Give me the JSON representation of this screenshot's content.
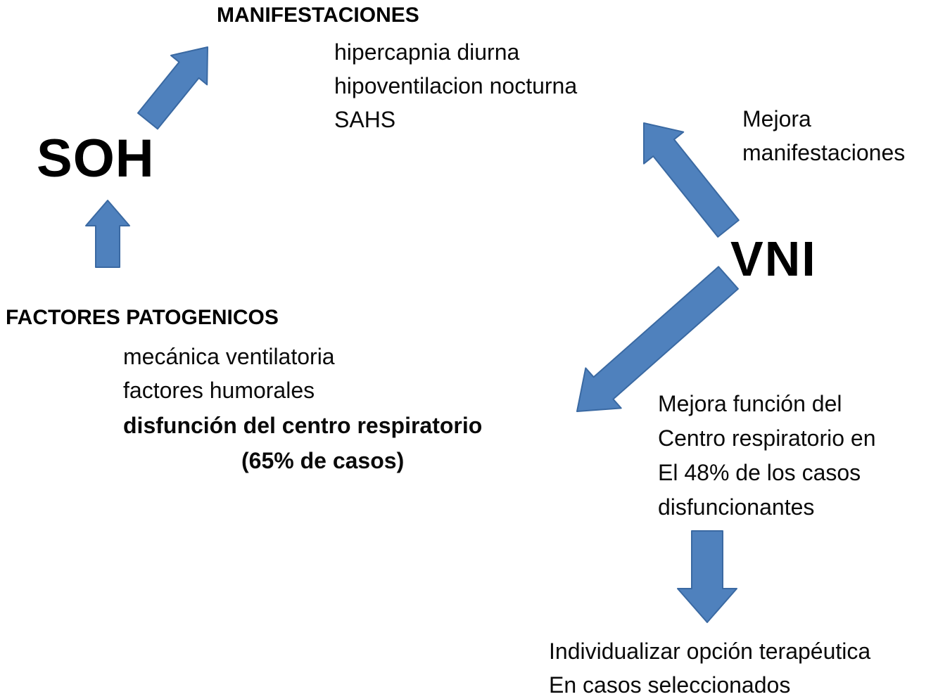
{
  "colors": {
    "arrow_fill": "#4f81bd",
    "arrow_stroke": "#3a69a2",
    "text": "#000000",
    "background": "#ffffff"
  },
  "left": {
    "manifestaciones_heading": "MANIFESTACIONES",
    "manifestaciones_items": [
      "hipercapnia diurna",
      "hipoventilacion nocturna",
      "SAHS"
    ],
    "soh_label": "SOH",
    "factores_heading": "FACTORES PATOGENICOS",
    "factores_item_1": "mecánica ventilatoria",
    "factores_item_2": "factores humorales",
    "factores_item_3": "disfunción del centro respiratorio",
    "factores_item_4": "(65% de casos)"
  },
  "right": {
    "vni_label": "VNI",
    "mejora_manifestaciones_line_1": "Mejora",
    "mejora_manifestaciones_line_2": "manifestaciones",
    "mejora_funcion_line_1": "Mejora función del",
    "mejora_funcion_line_2": "Centro respiratorio en",
    "mejora_funcion_line_3": "El 48% de los casos",
    "mejora_funcion_line_4": "disfuncionantes",
    "individualizar_line_1": "Individualizar opción terapéutica",
    "individualizar_line_2": "En casos seleccionados"
  }
}
